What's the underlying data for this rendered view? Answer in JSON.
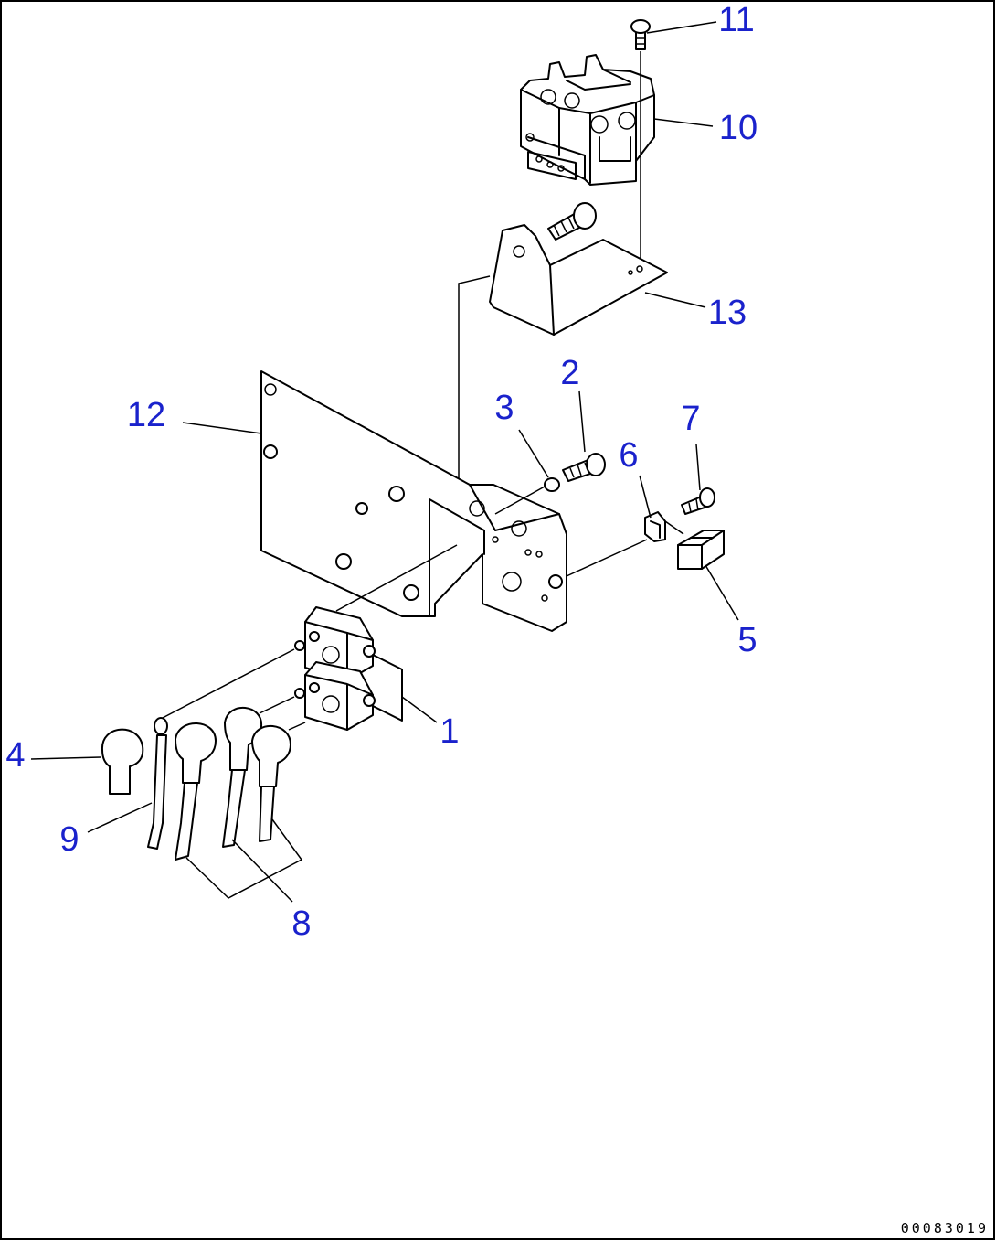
{
  "diagram": {
    "callouts": [
      {
        "id": "1",
        "label": "1"
      },
      {
        "id": "2",
        "label": "2"
      },
      {
        "id": "3",
        "label": "3"
      },
      {
        "id": "4",
        "label": "4"
      },
      {
        "id": "5",
        "label": "5"
      },
      {
        "id": "6",
        "label": "6"
      },
      {
        "id": "7",
        "label": "7"
      },
      {
        "id": "8",
        "label": "8"
      },
      {
        "id": "9",
        "label": "9"
      },
      {
        "id": "10",
        "label": "10"
      },
      {
        "id": "11",
        "label": "11"
      },
      {
        "id": "12",
        "label": "12"
      },
      {
        "id": "13",
        "label": "13"
      }
    ],
    "document_id": "00083019",
    "callout_color": "#1a22cc",
    "line_color": "#000000"
  }
}
